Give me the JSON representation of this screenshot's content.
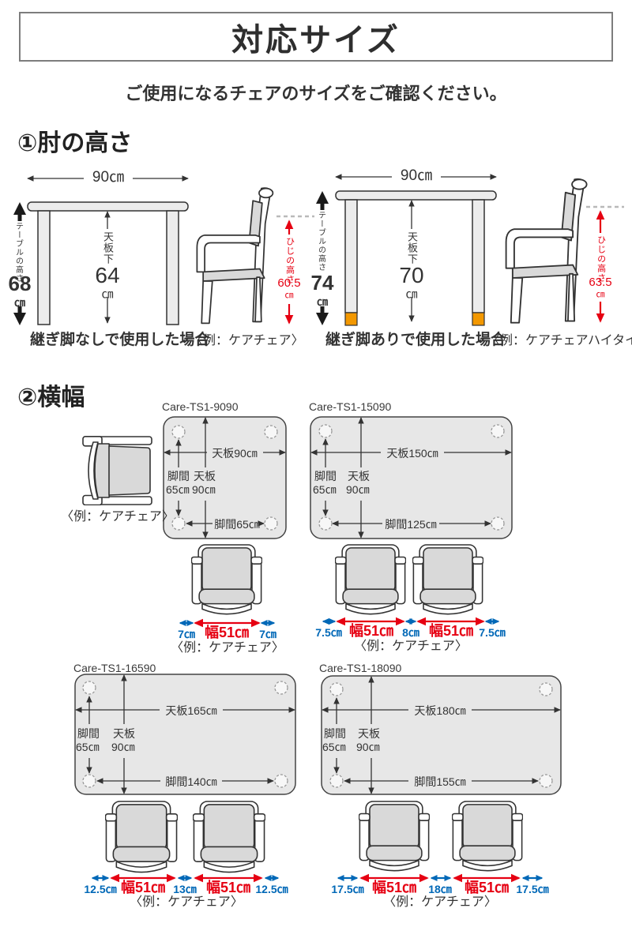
{
  "page": {
    "title": "対応サイズ",
    "subtitle": "ご使用になるチェアのサイズをご確認ください。"
  },
  "section1": {
    "heading": "①肘の高さ",
    "left": {
      "top_width": "90㎝",
      "height_label": "テーブルの高さ",
      "height_value": "68",
      "height_unit": "㎝",
      "clearance_label": "天板下",
      "clearance_value": "64",
      "clearance_unit": "㎝",
      "elbow_label": "ひじの高さ",
      "elbow_value": "60.5",
      "elbow_unit": "㎝",
      "caption": "継ぎ脚なしで使用した場合",
      "example": "〈例：ケアチェア〉"
    },
    "right": {
      "top_width": "90㎝",
      "height_label": "テーブルの高さ",
      "height_value": "74",
      "height_unit": "㎝",
      "clearance_label": "天板下",
      "clearance_value": "70",
      "clearance_unit": "㎝",
      "elbow_label": "ひじの高さ",
      "elbow_value": "63.5",
      "elbow_unit": "㎝",
      "caption": "継ぎ脚ありで使用した場合",
      "example": "〈例：ケアチェアハイタイプ〉"
    }
  },
  "section2": {
    "heading": "②横幅",
    "example_caption": "〈例：ケアチェア〉",
    "tables": [
      {
        "model": "Care-TS1-9090",
        "top_width": "天板90㎝",
        "leg_span": "脚間65㎝",
        "col_leg_label": "脚間",
        "col_leg_value": "65㎝",
        "col_top_label": "天板",
        "col_top_value": "90㎝"
      },
      {
        "model": "Care-TS1-15090",
        "top_width": "天板150㎝",
        "leg_span": "脚間125㎝",
        "col_leg_label": "脚間",
        "col_leg_value": "65㎝",
        "col_top_label": "天板",
        "col_top_value": "90㎝"
      },
      {
        "model": "Care-TS1-16590",
        "top_width": "天板165㎝",
        "leg_span": "脚間140㎝",
        "col_leg_label": "脚間",
        "col_leg_value": "65㎝",
        "col_top_label": "天板",
        "col_top_value": "90㎝"
      },
      {
        "model": "Care-TS1-18090",
        "top_width": "天板180㎝",
        "leg_span": "脚間155㎝",
        "col_leg_label": "脚間",
        "col_leg_value": "65㎝",
        "col_top_label": "天板",
        "col_top_value": "90㎝"
      }
    ],
    "groups": [
      {
        "labels": [
          "7㎝",
          "幅51㎝",
          "7㎝"
        ],
        "caption": "〈例：ケアチェア〉"
      },
      {
        "labels": [
          "7.5㎝",
          "幅51㎝",
          "8㎝",
          "幅51㎝",
          "7.5㎝"
        ],
        "caption": "〈例：ケアチェア〉"
      },
      {
        "labels": [
          "12.5㎝",
          "幅51㎝",
          "13㎝",
          "幅51㎝",
          "12.5㎝"
        ],
        "caption": "〈例：ケアチェア〉"
      },
      {
        "labels": [
          "17.5㎝",
          "幅51㎝",
          "18㎝",
          "幅51㎝",
          "17.5㎝"
        ],
        "caption": "〈例：ケアチェア〉"
      }
    ]
  },
  "colors": {
    "accent_red": "#e60012",
    "accent_blue": "#0068b7",
    "leg_extender_orange": "#f39800",
    "table_fill": "#e7e7e7",
    "outline": "#333333"
  }
}
